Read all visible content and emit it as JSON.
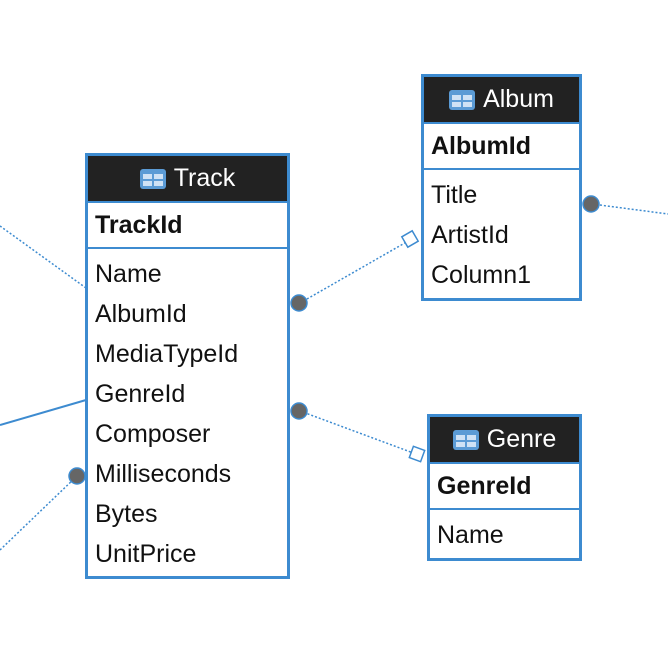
{
  "tables": {
    "track": {
      "name": "Track",
      "key": "TrackId",
      "fields": [
        "Name",
        "AlbumId",
        "MediaTypeId",
        "GenreId",
        "Composer",
        "Milliseconds",
        "Bytes",
        "UnitPrice"
      ]
    },
    "album": {
      "name": "Album",
      "key": "AlbumId",
      "fields": [
        "Title",
        "ArtistId",
        "Column1"
      ]
    },
    "genre": {
      "name": "Genre",
      "key": "GenreId",
      "fields": [
        "Name"
      ]
    }
  },
  "relationships": [
    {
      "from": "Track.AlbumId",
      "to": "Album.AlbumId"
    },
    {
      "from": "Track.GenreId",
      "to": "Genre.GenreId"
    }
  ],
  "icons": {
    "table": "table-icon"
  },
  "colors": {
    "border": "#3d8bd0",
    "header_bg": "#222222",
    "link": "#3d8bd0",
    "end_dot": "#666666"
  }
}
